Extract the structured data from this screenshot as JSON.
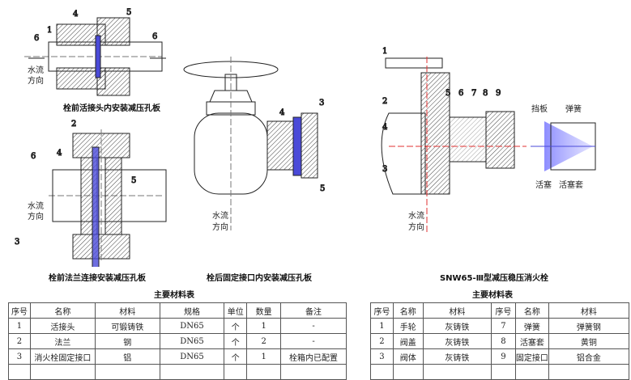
{
  "captions": {
    "fig1": "栓前活接头内安装减压孔板",
    "fig2": "栓前法兰连接安装减压孔板",
    "fig3": "栓后固定接口内安装减压孔板",
    "fig4": "SNW65-Ⅲ型减压稳压消火栓"
  },
  "flow_label": [
    "水流",
    "方向"
  ],
  "part_labels": {
    "baffle": "挡板",
    "spring": "弹簧",
    "piston": "活塞",
    "piston_sleeve": "活塞套"
  },
  "left_table": {
    "title": "主要材料表",
    "headers": [
      "序号",
      "名称",
      "材料",
      "规格",
      "单位",
      "数量",
      "备注"
    ],
    "rows": [
      [
        "1",
        "活接头",
        "可锻铸铁",
        "DN65",
        "个",
        "1",
        "-"
      ],
      [
        "2",
        "法兰",
        "钢",
        "DN65",
        "个",
        "2",
        "-"
      ],
      [
        "3",
        "消火栓固定接口",
        "铝",
        "DN65",
        "个",
        "1",
        "栓箱内已配置"
      ]
    ]
  },
  "right_table": {
    "title": "主要材料表",
    "headers": [
      "序号",
      "名称",
      "材料",
      "序号",
      "名称",
      "材料"
    ],
    "rows": [
      [
        "1",
        "手轮",
        "灰铸铁",
        "7",
        "弹簧",
        "弹簧钢"
      ],
      [
        "2",
        "阀盖",
        "灰铸铁",
        "8",
        "活塞套",
        "黄铜"
      ],
      [
        "3",
        "阀体",
        "灰铸铁",
        "9",
        "固定接口",
        "铝合金"
      ]
    ]
  },
  "colors": {
    "orifice_plate": "#4a4ad8",
    "centerline": "#e03030",
    "flow_cone": "#8080ff"
  }
}
